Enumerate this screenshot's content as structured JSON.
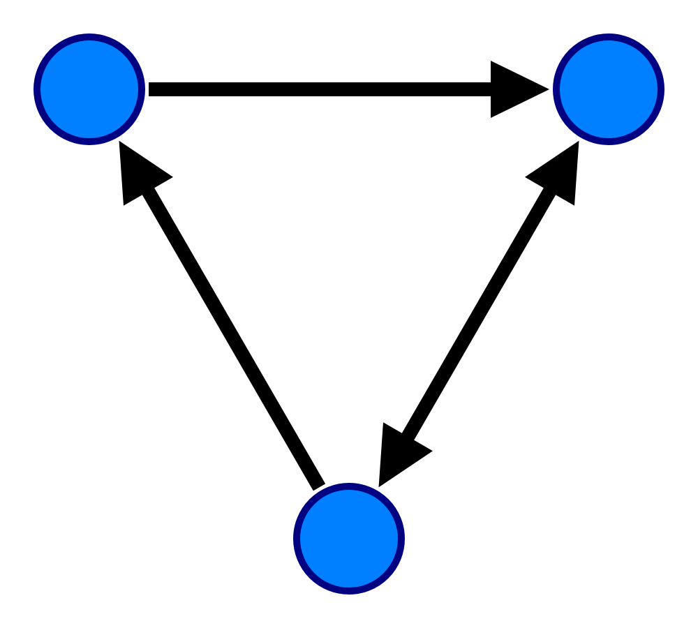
{
  "diagram": {
    "type": "directed-graph",
    "colors": {
      "background": "#ffffff",
      "node_fill": "#0080ff",
      "node_stroke": "#000080",
      "edge": "#000000"
    },
    "nodes": [
      {
        "id": "top-left"
      },
      {
        "id": "top-right"
      },
      {
        "id": "bottom"
      }
    ],
    "edges": [
      {
        "from": "top-left",
        "to": "top-right",
        "directed": true,
        "bidirectional": false
      },
      {
        "from": "bottom",
        "to": "top-left",
        "directed": true,
        "bidirectional": false
      },
      {
        "from": "top-right",
        "to": "bottom",
        "directed": true,
        "bidirectional": true
      }
    ]
  }
}
